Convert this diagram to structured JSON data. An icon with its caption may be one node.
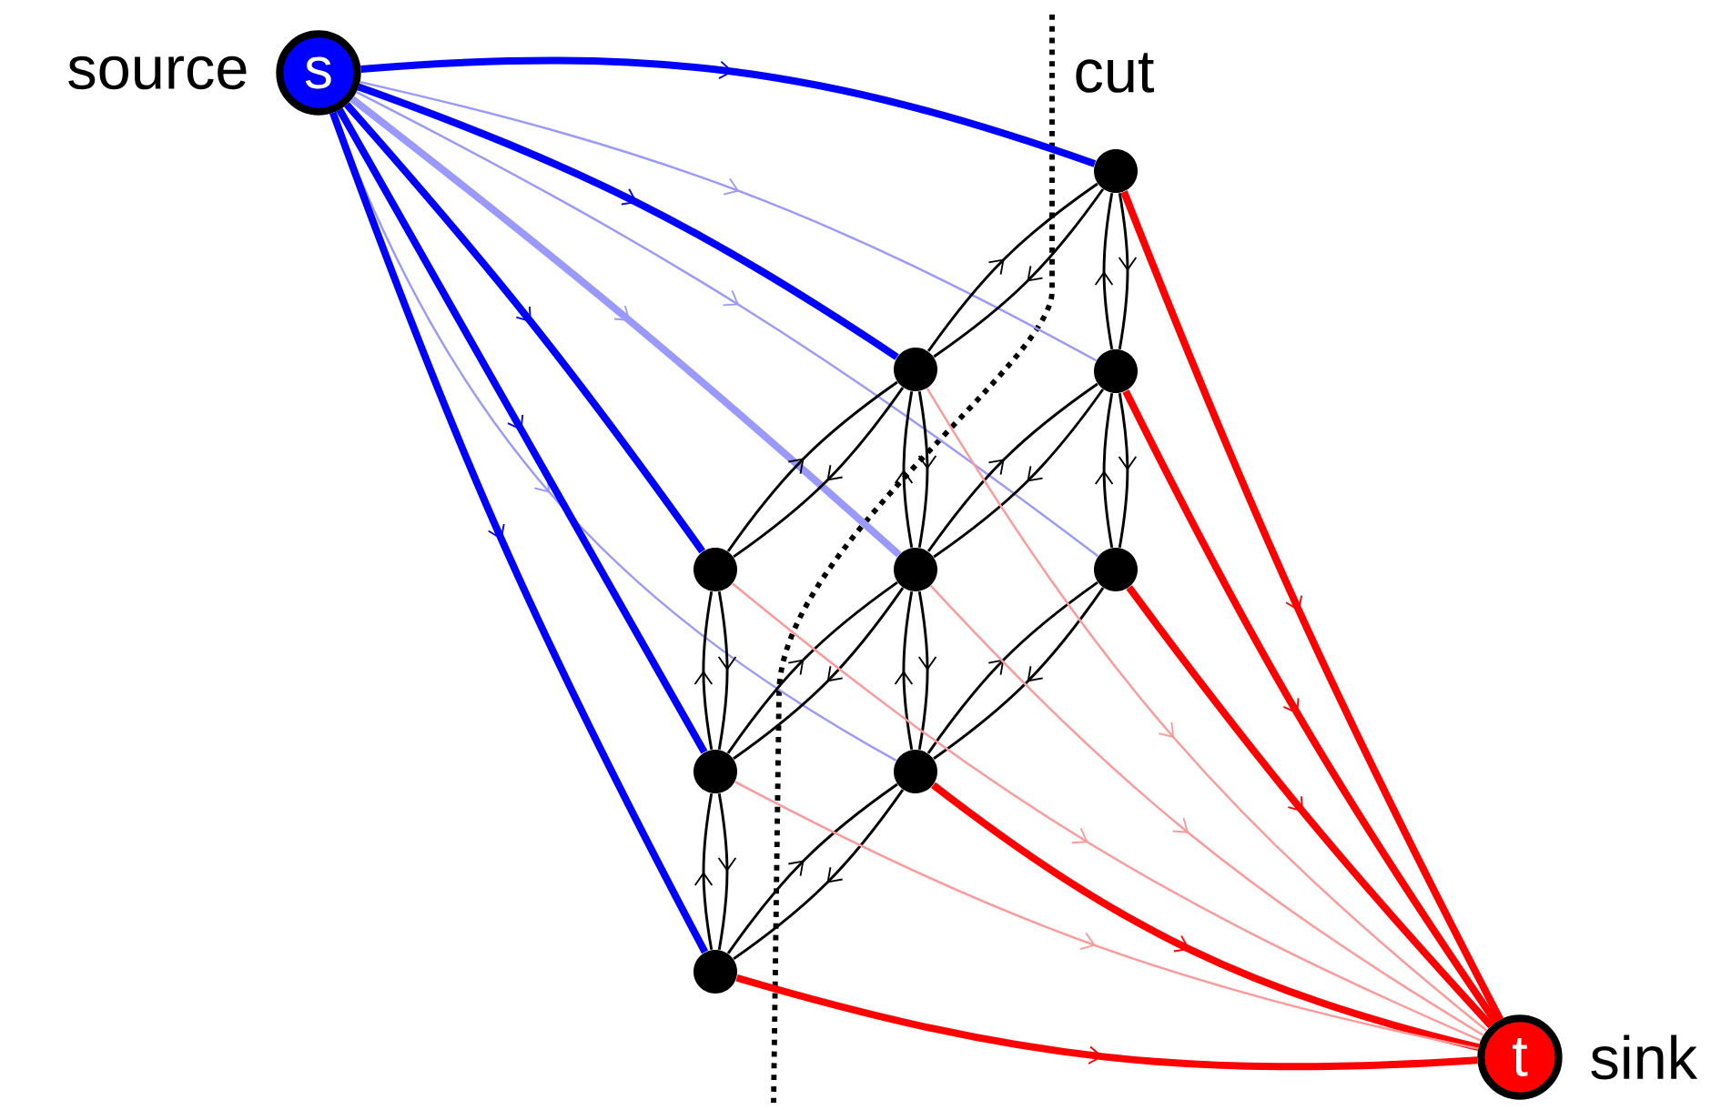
{
  "diagram": {
    "nodes": [
      {
        "text": [
          "s"
        ],
        "beside": [
          "source"
        ]
      },
      {
        "text": [
          "t"
        ],
        "beside": [
          "sink"
        ]
      },
      {
        "text": [],
        "shape": "circle"
      },
      {
        "text": [],
        "shape": "circle"
      },
      {
        "text": [],
        "shape": "circle"
      },
      {
        "text": [],
        "shape": "circle"
      },
      {
        "text": [],
        "shape": "circle"
      },
      {
        "text": [],
        "shape": "circle"
      },
      {
        "text": [],
        "shape": "circle"
      },
      {
        "text": [],
        "shape": "circle"
      },
      {
        "text": [],
        "shape": "circle"
      }
    ],
    "edges": [
      {
        "from": 0,
        "to": 8,
        "arrow": "to",
        "style": "thick",
        "color": "#0000ff"
      },
      {
        "from": 0,
        "to": 9,
        "arrow": "to",
        "color": "#9999ff"
      },
      {
        "from": 0,
        "to": 10,
        "arrow": "to",
        "color": "#9999ff"
      },
      {
        "from": 0,
        "to": 5,
        "arrow": "to",
        "style": "thick",
        "color": "#0000ff"
      },
      {
        "from": 0,
        "to": 6,
        "arrow": "to",
        "style": "thick",
        "color": "#9999ff"
      },
      {
        "from": 0,
        "to": 7,
        "arrow": "to",
        "color": "#9999ff"
      },
      {
        "from": 0,
        "to": 2,
        "arrow": "to",
        "style": "thick",
        "color": "#0000ff"
      },
      {
        "from": 0,
        "to": 3,
        "arrow": "to",
        "style": "thick",
        "color": "#0000ff"
      },
      {
        "from": 0,
        "to": 4,
        "arrow": "to",
        "style": "thick",
        "color": "#0000ff"
      },
      {
        "from": 2,
        "to": 3,
        "arrow": "to"
      },
      {
        "from": 3,
        "to": 2,
        "arrow": "to"
      },
      {
        "from": 3,
        "to": 4,
        "arrow": "to"
      },
      {
        "from": 4,
        "to": 3,
        "arrow": "to"
      },
      {
        "from": 5,
        "to": 6,
        "arrow": "to"
      },
      {
        "from": 6,
        "to": 5,
        "arrow": "to"
      },
      {
        "from": 6,
        "to": 7,
        "arrow": "to"
      },
      {
        "from": 7,
        "to": 6,
        "arrow": "to"
      },
      {
        "from": 8,
        "to": 9,
        "arrow": "to"
      },
      {
        "from": 9,
        "to": 8,
        "arrow": "to"
      },
      {
        "from": 9,
        "to": 10,
        "arrow": "to"
      },
      {
        "from": 10,
        "to": 9,
        "arrow": "to"
      },
      {
        "from": 2,
        "to": 5,
        "arrow": "to"
      },
      {
        "from": 5,
        "to": 2,
        "arrow": "to"
      },
      {
        "from": 3,
        "to": 6,
        "arrow": "to"
      },
      {
        "from": 6,
        "to": 3,
        "arrow": "to"
      },
      {
        "from": 4,
        "to": 7,
        "arrow": "to"
      },
      {
        "from": 7,
        "to": 4,
        "arrow": "to"
      },
      {
        "from": 5,
        "to": 8,
        "arrow": "to"
      },
      {
        "from": 8,
        "to": 5,
        "arrow": "to"
      },
      {
        "from": 6,
        "to": 9,
        "arrow": "to"
      },
      {
        "from": 9,
        "to": 6,
        "arrow": "to"
      },
      {
        "from": 7,
        "to": 10,
        "arrow": "to"
      },
      {
        "from": 10,
        "to": 7,
        "arrow": "to"
      },
      {
        "from": 8,
        "to": 1,
        "arrow": "to",
        "style": "thick",
        "color": "#ff0000"
      },
      {
        "from": 9,
        "to": 1,
        "arrow": "to",
        "style": "thick",
        "color": "#ff0000"
      },
      {
        "from": 10,
        "to": 1,
        "arrow": "to",
        "style": "thick",
        "color": "#ff0000"
      },
      {
        "from": 5,
        "to": 1,
        "arrow": "to",
        "color": "#ff9999"
      },
      {
        "from": 6,
        "to": 1,
        "arrow": "to",
        "color": "#ff9999"
      },
      {
        "from": 7,
        "to": 1,
        "arrow": "to",
        "style": "thick",
        "color": "#ff0000"
      },
      {
        "from": 2,
        "to": 1,
        "arrow": "to",
        "color": "#ff9999"
      },
      {
        "from": 3,
        "to": 1,
        "arrow": "to",
        "color": "#ff9999"
      },
      {
        "from": 4,
        "to": 1,
        "arrow": "to",
        "style": "thick",
        "color": "#ff0000"
      }
    ],
    "labels": [
      "cut"
    ]
  }
}
